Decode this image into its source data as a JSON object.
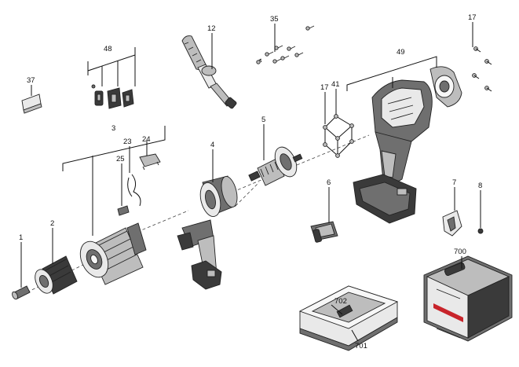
{
  "diagram": {
    "callouts": [
      "1",
      "2",
      "3",
      "4",
      "5",
      "6",
      "7",
      "8",
      "12",
      "17",
      "17",
      "23",
      "24",
      "25",
      "35",
      "37",
      "41",
      "48",
      "49",
      "700",
      "701",
      "702"
    ]
  },
  "colors": {
    "line": "#111111",
    "part_light": "#e9e9e9",
    "part_mid": "#bdbdbd",
    "part_dark": "#3a3a3a",
    "brand_red": "#c8242b"
  }
}
